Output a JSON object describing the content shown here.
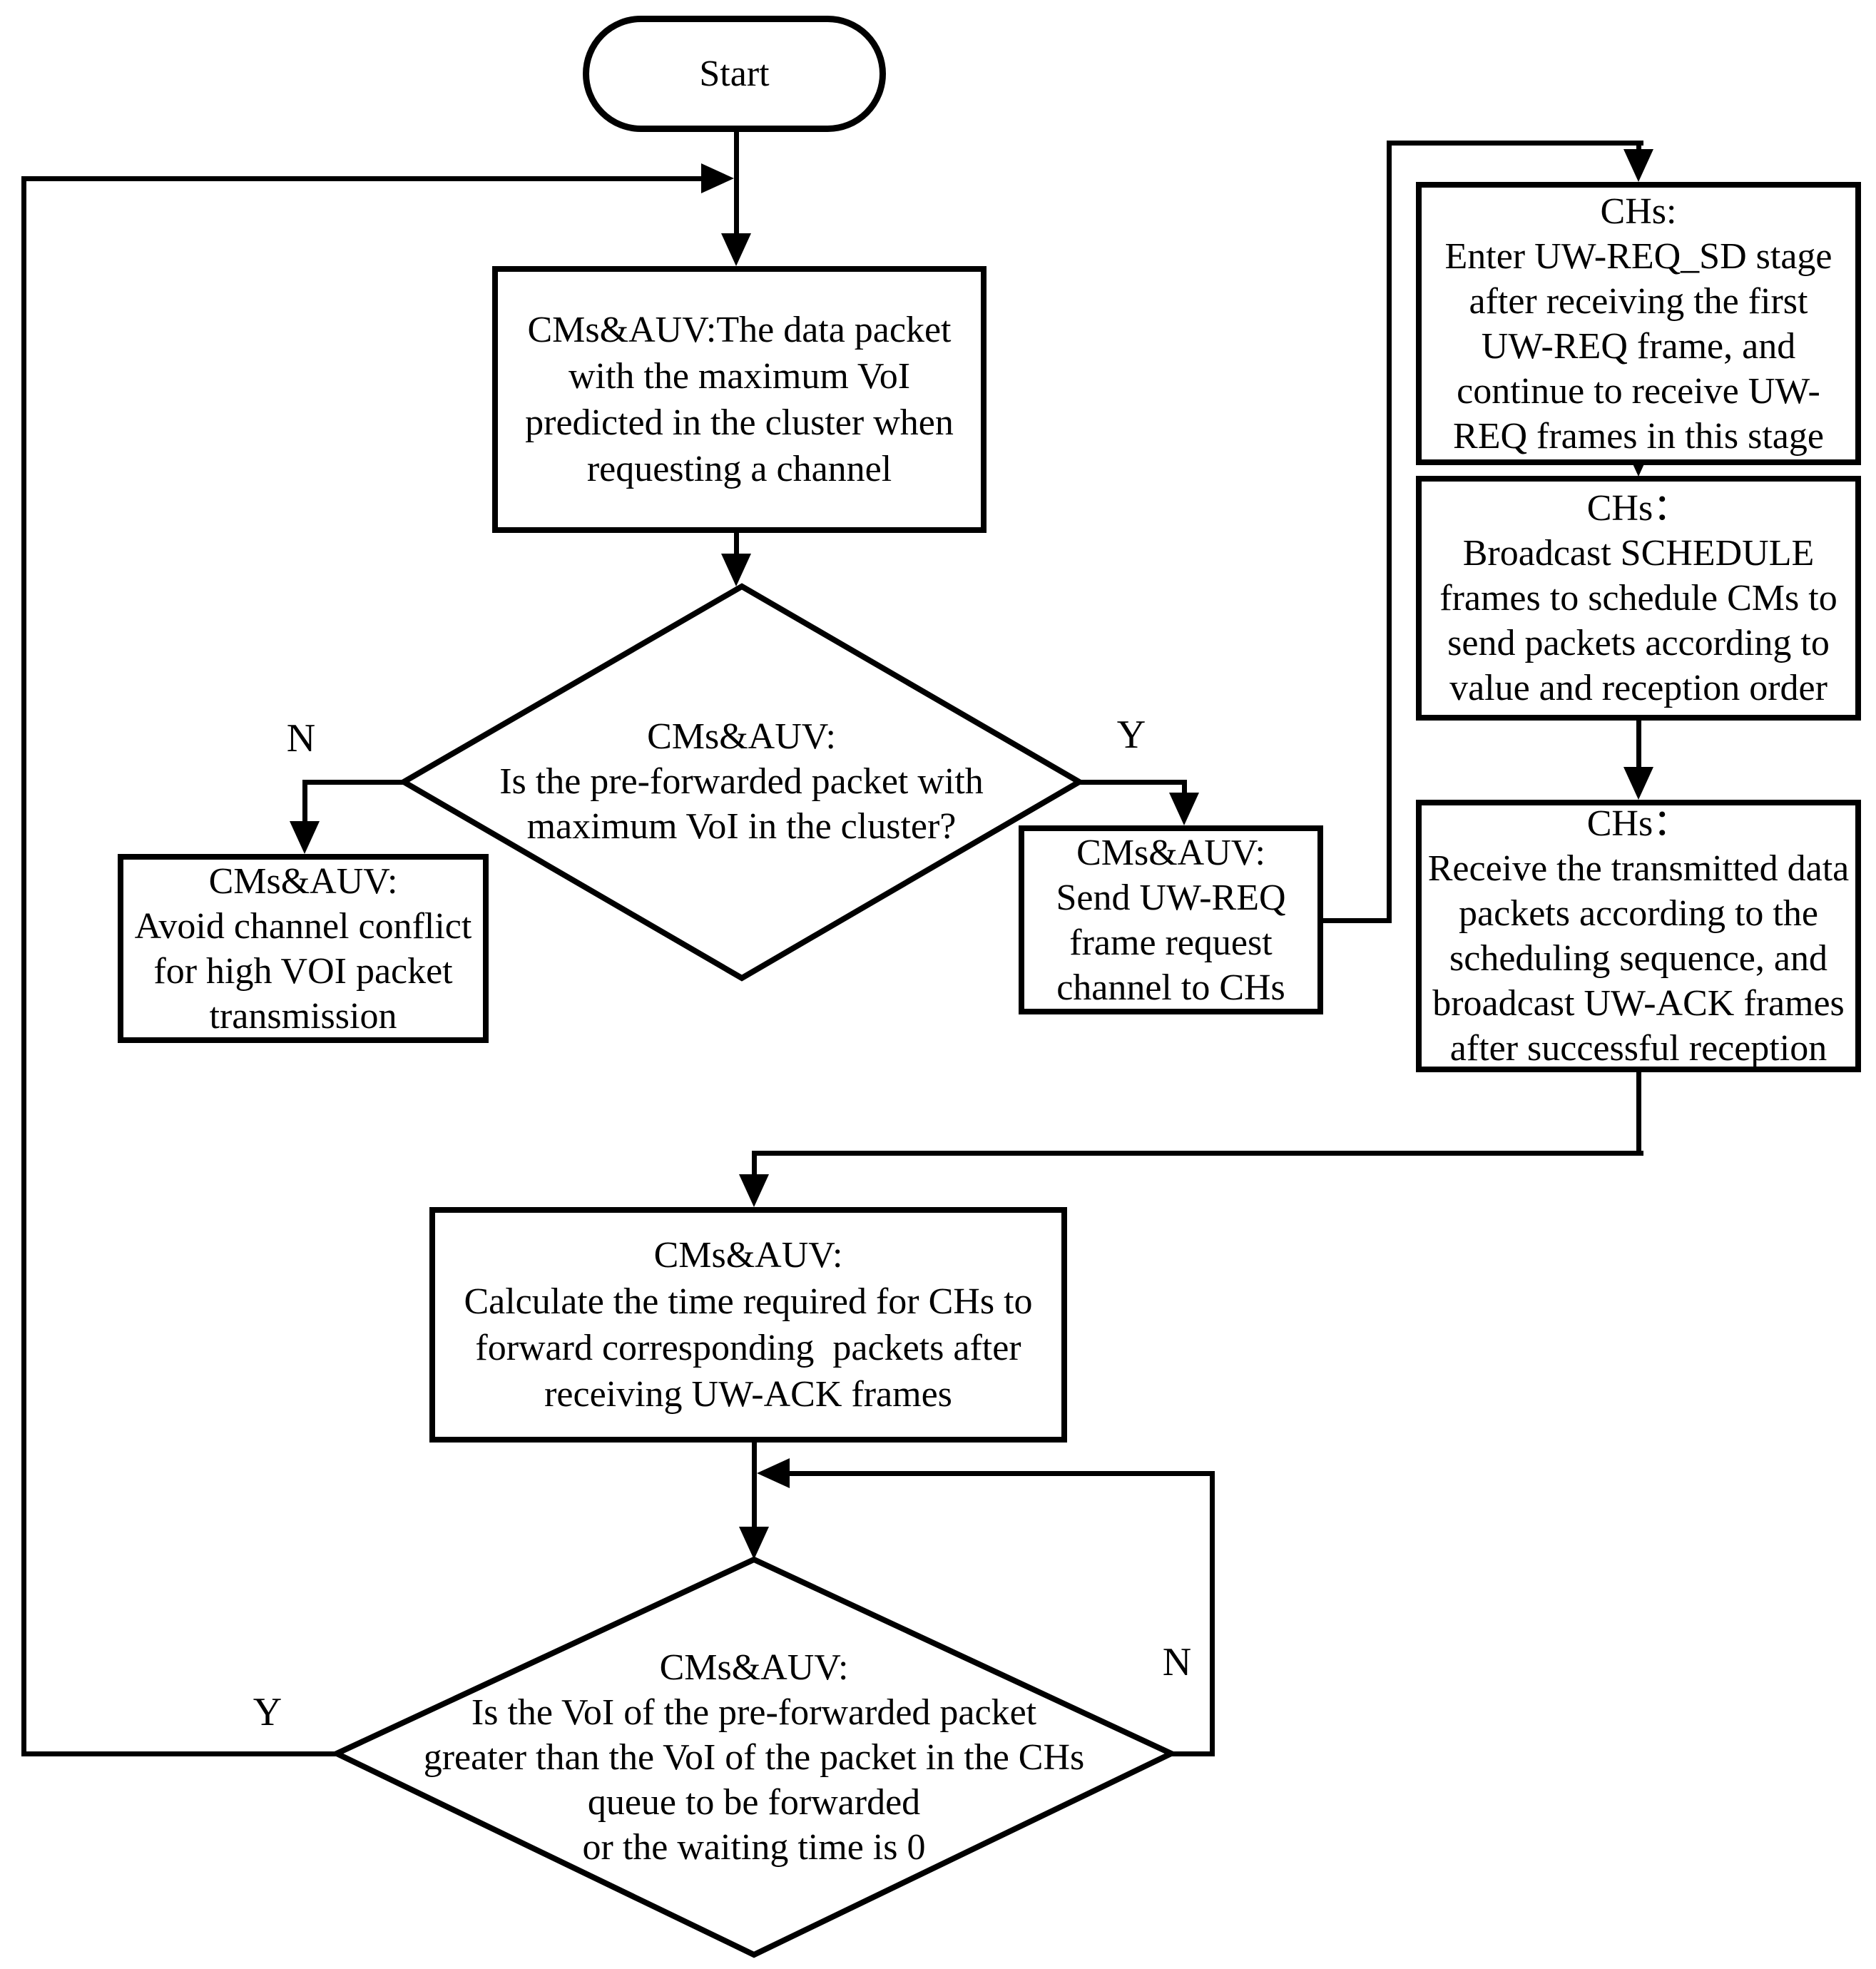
{
  "diagram": {
    "title": "MAC protocol flowchart",
    "colors": {
      "line": "#000000",
      "background": "#ffffff",
      "text": "#000000"
    },
    "start": {
      "label": "Start"
    },
    "boxes": {
      "data_packet": {
        "lines": [
          "CMs&AUV:The data packet",
          "with the maximum VoI",
          "predicted in the cluster when",
          "requesting a channel"
        ]
      },
      "avoid_conflict": {
        "lines": [
          "CMs&AUV:",
          "Avoid channel conflict",
          "for high VOI packet",
          "transmission"
        ]
      },
      "send_req": {
        "lines": [
          "CMs&AUV:",
          "Send UW-REQ",
          "frame request",
          "channel to CHs"
        ]
      },
      "chs_enter": {
        "lines": [
          "CHs:",
          "Enter UW-REQ_SD stage",
          "after receiving the first",
          "UW-REQ frame, and",
          "continue to receive UW-",
          "REQ frames in this stage"
        ]
      },
      "chs_broadcast": {
        "lines": [
          "CHs：",
          "Broadcast SCHEDULE",
          "frames to schedule CMs to",
          "send packets according to",
          "value and reception order"
        ]
      },
      "chs_receive": {
        "lines": [
          "CHs：",
          "Receive the transmitted data",
          "packets according to the",
          "scheduling sequence, and",
          "broadcast UW-ACK frames",
          "after successful reception"
        ]
      },
      "calculate_time": {
        "lines": [
          "CMs&AUV:",
          "Calculate the time required for CHs to",
          "forward corresponding  packets after",
          "receiving UW-ACK frames"
        ]
      }
    },
    "decisions": {
      "max_voi": {
        "lines": [
          "CMs&AUV:",
          "Is the pre-forwarded packet with",
          "maximum VoI  in the cluster?"
        ]
      },
      "voi_greater": {
        "lines": [
          "CMs&AUV:",
          "Is the VoI of the pre-forwarded packet",
          "greater than the VoI of the packet in the CHs",
          "queue to be forwarded",
          "or the waiting time is 0"
        ]
      }
    },
    "branch_labels": {
      "n1": "N",
      "y1": "Y",
      "y2": "Y",
      "n2": "N"
    }
  }
}
